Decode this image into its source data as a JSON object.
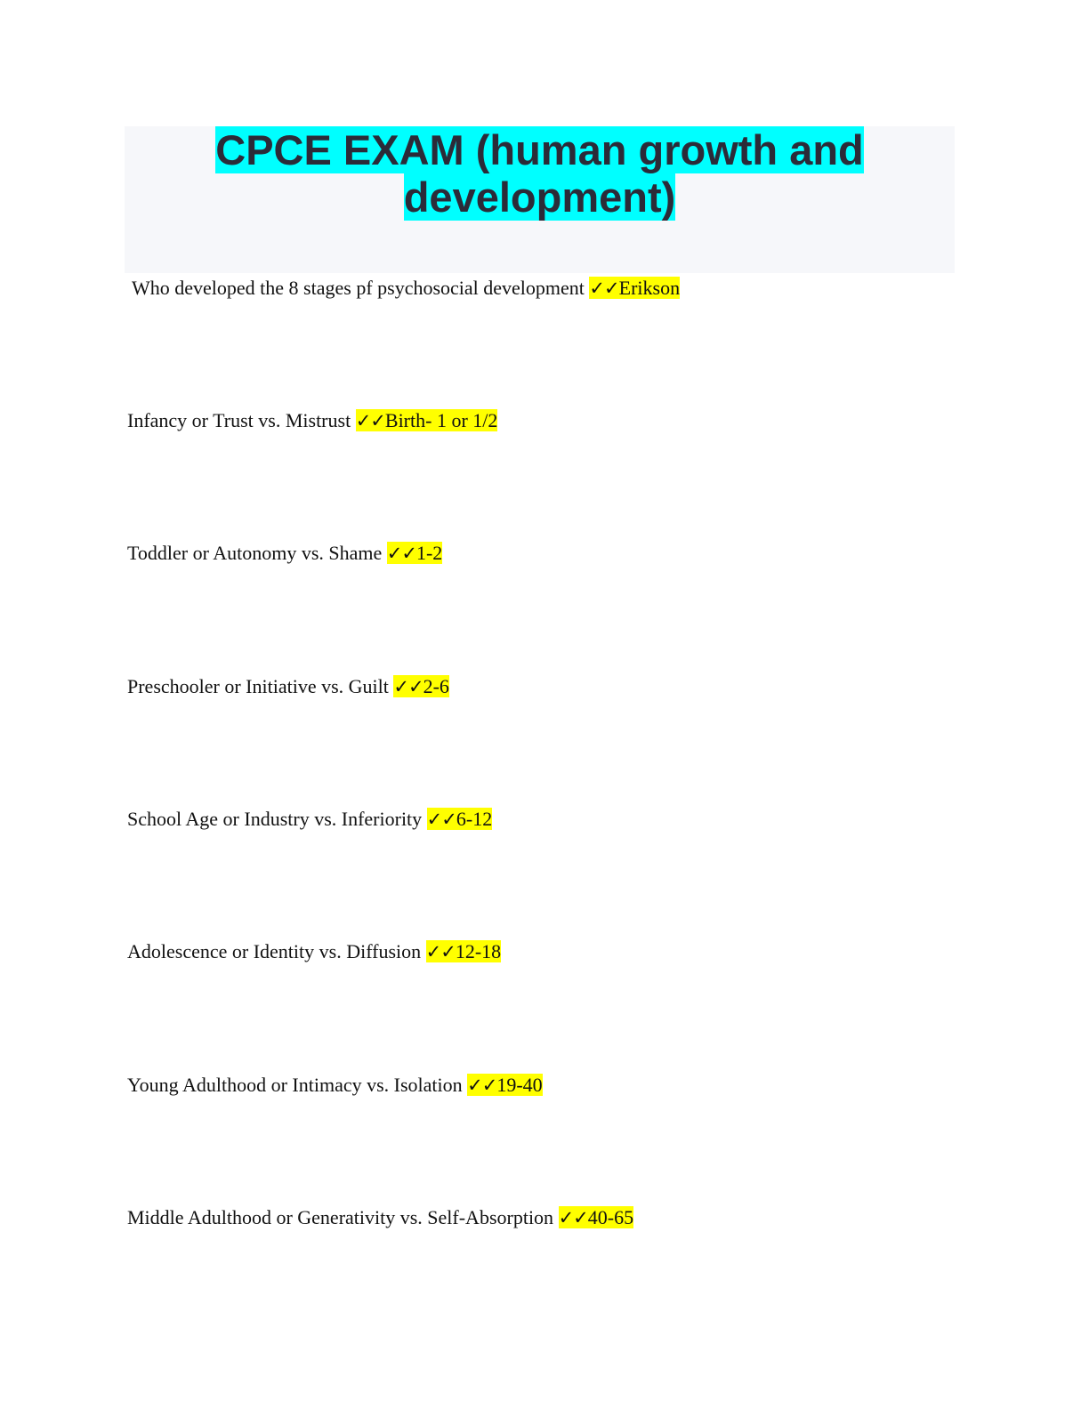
{
  "document": {
    "title": "CPCE EXAM (human growth and development)"
  },
  "items": [
    {
      "question": "Who developed the 8 stages pf psychosocial development",
      "marker": "✓✓",
      "answer": "Erikson"
    },
    {
      "question": "Infancy or Trust vs. Mistrust",
      "marker": "✓✓",
      "answer": "Birth- 1 or 1/2"
    },
    {
      "question": "Toddler or Autonomy vs. Shame",
      "marker": "✓✓",
      "answer": "1-2"
    },
    {
      "question": "Preschooler or Initiative vs. Guilt",
      "marker": "✓✓",
      "answer": "2-6"
    },
    {
      "question": "School Age or Industry vs. Inferiority",
      "marker": "✓✓",
      "answer": "6-12"
    },
    {
      "question": "Adolescence or Identity vs. Diffusion",
      "marker": "✓✓",
      "answer": "12-18"
    },
    {
      "question": "Young Adulthood or Intimacy vs. Isolation",
      "marker": "✓✓",
      "answer": "19-40"
    },
    {
      "question": "Middle Adulthood or Generativity vs. Self-Absorption",
      "marker": "✓✓",
      "answer": "40-65"
    }
  ],
  "colors": {
    "title_highlight": "#00ffff",
    "answer_highlight": "#ffff00",
    "title_band": "#f6f7fa"
  }
}
